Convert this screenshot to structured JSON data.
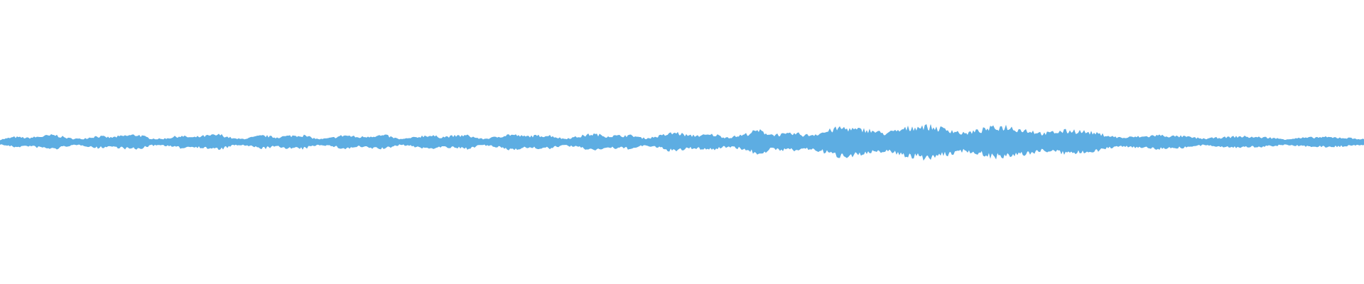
{
  "waveform": {
    "color": "#5dade2",
    "background": "#ffffff",
    "amplitude_envelope": [
      0.3,
      0.45,
      0.3,
      0.4,
      0.55,
      0.35,
      0.4,
      0.52,
      0.32,
      0.45,
      0.58,
      0.35,
      0.4,
      0.5,
      0.33,
      0.45,
      0.6,
      0.35,
      0.42,
      0.52,
      0.33,
      0.45,
      0.58,
      0.35,
      0.4,
      0.55,
      0.33,
      0.45,
      0.58,
      0.35,
      0.42,
      0.52,
      0.35,
      0.45,
      0.6,
      0.38,
      0.45,
      0.58,
      0.4,
      0.48,
      0.62,
      0.4,
      0.48,
      0.6,
      0.42,
      0.5,
      0.65,
      0.42,
      0.55,
      0.7,
      0.45,
      0.55,
      0.78,
      0.5,
      0.6,
      0.85,
      0.55,
      0.65,
      0.95,
      0.75,
      0.85,
      1.05,
      0.95,
      1.05,
      1.15,
      1.05,
      1.1,
      1.15,
      1.08,
      1.12,
      1.1,
      1.05,
      1.08,
      1.12,
      1.0,
      1.05,
      1.08,
      0.95,
      0.85,
      0.7,
      0.6,
      0.5,
      0.55,
      0.45,
      0.5,
      0.42,
      0.45,
      0.4,
      0.42,
      0.38,
      0.4,
      0.36,
      0.38,
      0.35,
      0.36,
      0.34,
      0.35,
      0.33,
      0.34,
      0.32
    ]
  }
}
